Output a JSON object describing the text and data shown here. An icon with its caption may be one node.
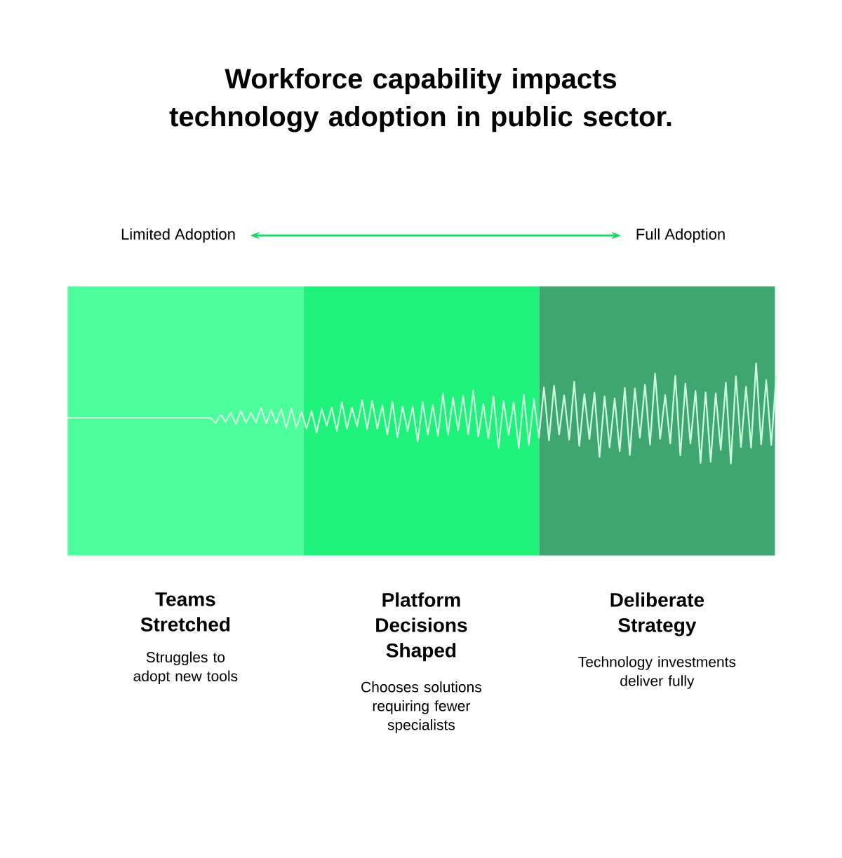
{
  "diagram": {
    "title": "Workforce capability impacts technology adoption in public sector.",
    "nodes": [
      {
        "text": [
          "Limited Adoption"
        ]
      },
      {
        "text": [
          "Full Adoption"
        ]
      },
      {
        "text": [
          "Teams Stretched",
          "Struggles to adopt new tools"
        ]
      },
      {
        "text": [
          "Platform Decisions Shaped",
          "Chooses solutions requiring fewer specialists"
        ]
      },
      {
        "text": [
          "Deliberate Strategy",
          "Technology investments deliver fully"
        ]
      }
    ],
    "edges": [
      {
        "from": 0,
        "to": 1,
        "arrow": "both",
        "color": "#1fd66a"
      }
    ]
  }
}
